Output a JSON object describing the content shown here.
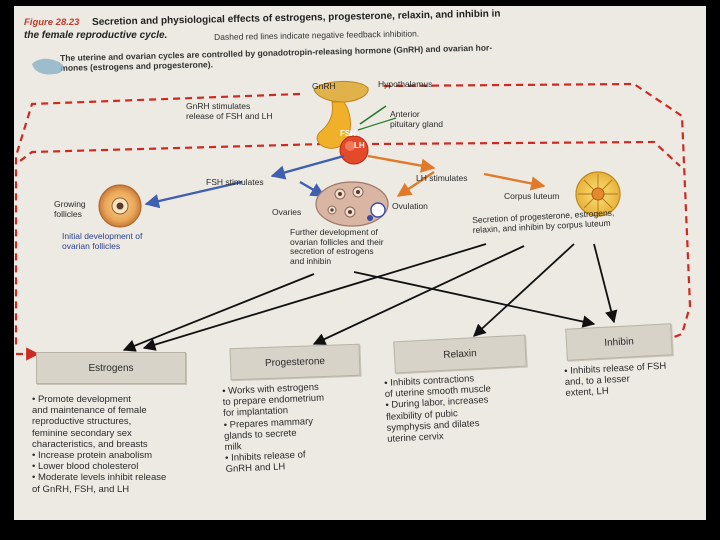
{
  "figure": {
    "label": "Figure 28.23",
    "title": "Secretion and physiological effects of estrogens, progesterone, relaxin, and inhibin in",
    "title_cont": "the female reproductive cycle.",
    "note": "Dashed red lines indicate negative feedback inhibition.",
    "intro_1": "The uterine and ovarian cycles are controlled by gonadotropin-releasing hormone (GnRH) and ovarian hor-",
    "intro_2": "mones (estrogens and progesterone)."
  },
  "diagram": {
    "gnrh": "GnRH",
    "hypothalamus": "Hypothalamus",
    "gnrh_stimulates_1": "GnRH stimulates",
    "gnrh_stimulates_2": "release of FSH and LH",
    "anterior_pituitary_1": "Anterior",
    "anterior_pituitary_2": "pituitary gland",
    "fsh": "FSH",
    "lh": "LH",
    "fsh_stimulates": "FSH stimulates",
    "lh_stimulates": "LH stimulates",
    "growing_follicles_1": "Growing",
    "growing_follicles_2": "follicles",
    "ovaries": "Ovaries",
    "ovulation": "Ovulation",
    "corpus_luteum": "Corpus luteum",
    "initial_dev_1": "Initial development of",
    "initial_dev_2": "ovarian follicles",
    "further_dev_1": "Further development of",
    "further_dev_2": "ovarian follicles and their",
    "further_dev_3": "secretion of estrogens",
    "further_dev_4": "and inhibin",
    "secretion_cl_1": "Secretion of progesterone, estrogens,",
    "secretion_cl_2": "relaxin, and inhibin by corpus luteum"
  },
  "hormones": [
    {
      "name": "Estrogens",
      "effects": [
        "• Promote development",
        "  and maintenance of female",
        "  reproductive structures,",
        "  feminine secondary sex",
        "  characteristics, and breasts",
        "• Increase protein anabolism",
        "• Lower blood cholesterol",
        "• Moderate levels inhibit release",
        "  of GnRH, FSH, and LH"
      ]
    },
    {
      "name": "Progesterone",
      "effects": [
        "• Works with estrogens",
        "  to prepare endometrium",
        "  for implantation",
        "• Prepares mammary",
        "  glands to secrete",
        "  milk",
        "• Inhibits release of",
        "  GnRH and LH"
      ]
    },
    {
      "name": "Relaxin",
      "effects": [
        "• Inhibits contractions",
        "  of uterine smooth muscle",
        "• During labor, increases",
        "  flexibility of pubic",
        "  symphysis and dilates",
        "  uterine cervix"
      ]
    },
    {
      "name": "Inhibin",
      "effects": [
        "• Inhibits release of FSH",
        "  and, to a lesser",
        "  extent, LH"
      ]
    }
  ],
  "colors": {
    "feedback_red": "#cc2a22",
    "fsh_blue": "#3f5fb0",
    "lh_orange": "#e07a28",
    "arrow_black": "#111111",
    "box_fill": "#d8d3c8"
  },
  "icons": {
    "feedback": "dashed-feedback-line",
    "pituitary": "pituitary-gland-illustration",
    "follicle": "growing-follicle-illustration",
    "ovary": "ovary-illustration",
    "corpus_luteum": "corpus-luteum-illustration"
  }
}
